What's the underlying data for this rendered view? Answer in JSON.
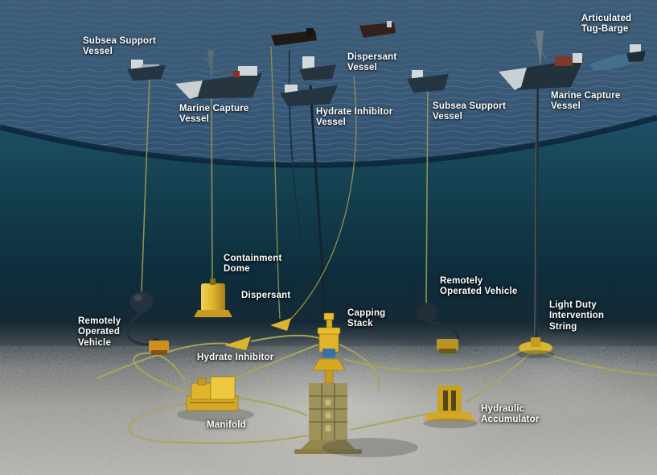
{
  "colors": {
    "ocean_surface": "#3c5b76",
    "deep_water": "#0f3145",
    "seafloor": "#a5a49f",
    "equipment_yellow": "#e0b82e",
    "flowline_olive": "#a8a55e",
    "label_text": "#ffffff"
  },
  "vessel_labels": [
    {
      "id": "subsea-support-vessel-left",
      "text": "Subsea Support\nVessel"
    },
    {
      "id": "marine-capture-vessel-left",
      "text": "Marine Capture\nVessel"
    },
    {
      "id": "dispersant-vessel",
      "text": "Dispersant\nVessel"
    },
    {
      "id": "hydrate-inhibitor-vessel",
      "text": "Hydrate Inhibitor\nVessel"
    },
    {
      "id": "subsea-support-vessel-right",
      "text": "Subsea Support\nVessel"
    },
    {
      "id": "marine-capture-vessel-right",
      "text": "Marine Capture\nVessel"
    },
    {
      "id": "articulated-tug-barge",
      "text": "Articulated\nTug-Barge"
    }
  ],
  "equipment_labels": [
    {
      "id": "rov-left",
      "text": "Remotely\nOperated\nVehicle"
    },
    {
      "id": "containment-dome",
      "text": "Containment\nDome"
    },
    {
      "id": "dispersant",
      "text": "Dispersant"
    },
    {
      "id": "hydrate-inhibitor",
      "text": "Hydrate Inhibitor"
    },
    {
      "id": "capping-stack",
      "text": "Capping\nStack"
    },
    {
      "id": "rov-right",
      "text": "Remotely\nOperated Vehicle"
    },
    {
      "id": "light-duty-intervention-string",
      "text": "Light Duty\nIntervention\nString"
    },
    {
      "id": "manifold",
      "text": "Manifold"
    },
    {
      "id": "hydraulic-accumulator",
      "text": "Hydraulic\nAccumulator"
    }
  ]
}
